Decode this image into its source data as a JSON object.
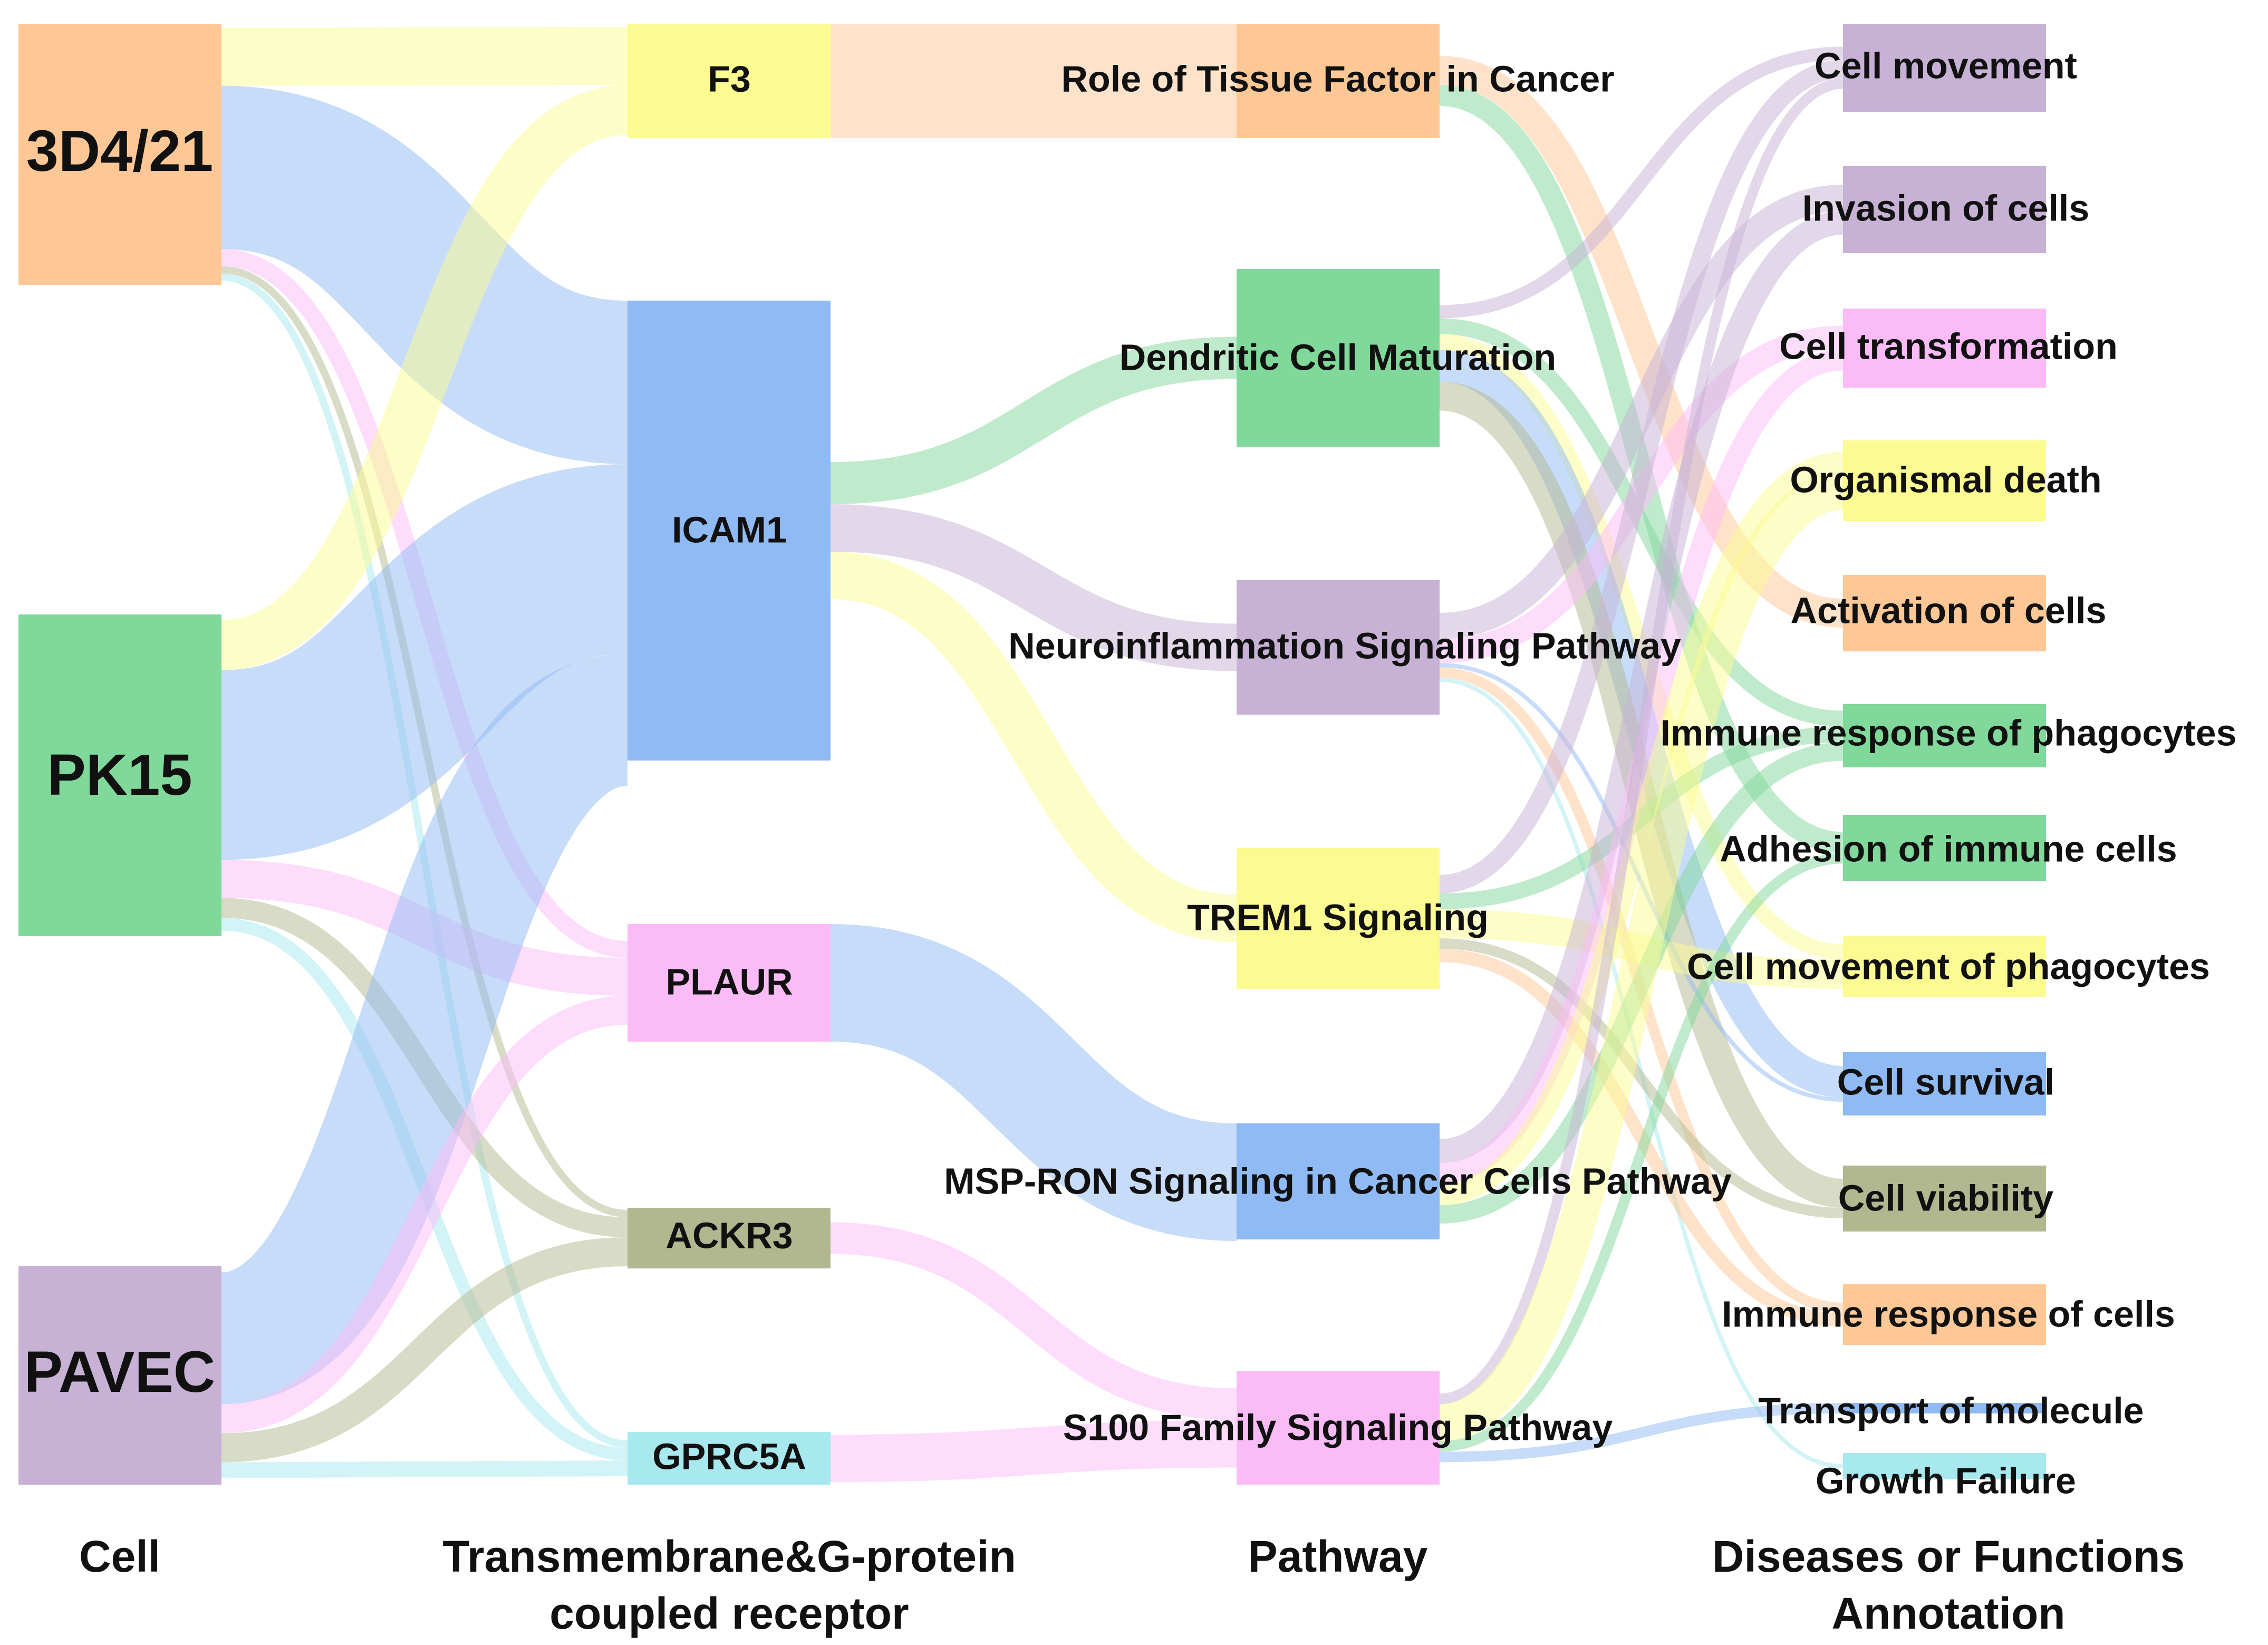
{
  "columns": [
    {
      "id": "cell",
      "title": [
        "Cell"
      ]
    },
    {
      "id": "receptor",
      "title": [
        "Transmembrane&G-protein",
        "coupled receptor"
      ]
    },
    {
      "id": "pathway",
      "title": [
        "Pathway"
      ]
    },
    {
      "id": "disease",
      "title": [
        "Diseases or Functions",
        "Annotation"
      ]
    }
  ],
  "nodes": [
    {
      "id": "3d4",
      "label": "3D4/21",
      "column": "cell",
      "color": "#fdc895"
    },
    {
      "id": "pk15",
      "label": "PK15",
      "column": "cell",
      "color": "#80d89a"
    },
    {
      "id": "pavec",
      "label": "PAVEC",
      "column": "cell",
      "color": "#c7b2d6"
    },
    {
      "id": "f3",
      "label": "F3",
      "column": "receptor",
      "color": "#fbfb92"
    },
    {
      "id": "icam1",
      "label": "ICAM1",
      "column": "receptor",
      "color": "#8fbaf3"
    },
    {
      "id": "plaur",
      "label": "PLAUR",
      "column": "receptor",
      "color": "#fbbbf7"
    },
    {
      "id": "ackr3",
      "label": "ACKR3",
      "column": "receptor",
      "color": "#b1b78e"
    },
    {
      "id": "gprc5a",
      "label": "GPRC5A",
      "column": "receptor",
      "color": "#a8e9ef"
    },
    {
      "id": "tf",
      "label": "Role of Tissue Factor in Cancer",
      "column": "pathway",
      "color": "#fdc895"
    },
    {
      "id": "dcm",
      "label": "Dendritic Cell Maturation",
      "column": "pathway",
      "color": "#80d89a"
    },
    {
      "id": "neuro",
      "label": "Neuroinflammation Signaling Pathway",
      "column": "pathway",
      "color": "#c7b2d6"
    },
    {
      "id": "trem1",
      "label": "TREM1 Signaling",
      "column": "pathway",
      "color": "#fbfb92"
    },
    {
      "id": "msp",
      "label": "MSP-RON Signaling in Cancer Cells Pathway",
      "column": "pathway",
      "color": "#8fbaf3"
    },
    {
      "id": "s100",
      "label": "S100 Family Signaling Pathway",
      "column": "pathway",
      "color": "#fbbbf7"
    },
    {
      "id": "d_move",
      "label": "Cell movement",
      "column": "disease",
      "color": "#c7b2d6"
    },
    {
      "id": "d_inv",
      "label": "Invasion of cells",
      "column": "disease",
      "color": "#c7b2d6"
    },
    {
      "id": "d_trans",
      "label": "Cell transformation",
      "column": "disease",
      "color": "#fbbbf7"
    },
    {
      "id": "d_death",
      "label": "Organismal death",
      "column": "disease",
      "color": "#fbfb92"
    },
    {
      "id": "d_act",
      "label": "Activation of cells",
      "column": "disease",
      "color": "#fdc895"
    },
    {
      "id": "d_irp",
      "label": "Immune response of phagocytes",
      "column": "disease",
      "color": "#80d89a"
    },
    {
      "id": "d_adh",
      "label": "Adhesion of immune cells",
      "column": "disease",
      "color": "#80d89a"
    },
    {
      "id": "d_cmp",
      "label": "Cell movement of phagocytes",
      "column": "disease",
      "color": "#fbfb92"
    },
    {
      "id": "d_surv",
      "label": "Cell survival",
      "column": "disease",
      "color": "#8fbaf3"
    },
    {
      "id": "d_viab",
      "label": "Cell viability",
      "column": "disease",
      "color": "#b1b78e"
    },
    {
      "id": "d_irc",
      "label": "Immune response of cells",
      "column": "disease",
      "color": "#fdc895"
    },
    {
      "id": "d_trans_mol",
      "label": "Transport of molecule",
      "column": "disease",
      "color": "#8fbaf3"
    },
    {
      "id": "d_growth",
      "label": "Growth Failure",
      "column": "disease",
      "color": "#a8e9ef"
    }
  ],
  "links": [
    {
      "source": "3d4",
      "target": "f3",
      "color": "#fbfb92"
    },
    {
      "source": "3d4",
      "target": "icam1",
      "color": "#8fbaf3"
    },
    {
      "source": "3d4",
      "target": "plaur",
      "color": "#fbbbf7"
    },
    {
      "source": "3d4",
      "target": "ackr3",
      "color": "#b1b78e"
    },
    {
      "source": "3d4",
      "target": "gprc5a",
      "color": "#a8e9ef"
    },
    {
      "source": "pk15",
      "target": "f3",
      "color": "#fbfb92"
    },
    {
      "source": "pk15",
      "target": "icam1",
      "color": "#8fbaf3"
    },
    {
      "source": "pk15",
      "target": "plaur",
      "color": "#fbbbf7"
    },
    {
      "source": "pk15",
      "target": "ackr3",
      "color": "#b1b78e"
    },
    {
      "source": "pk15",
      "target": "gprc5a",
      "color": "#a8e9ef"
    },
    {
      "source": "pavec",
      "target": "icam1",
      "color": "#8fbaf3"
    },
    {
      "source": "pavec",
      "target": "plaur",
      "color": "#fbbbf7"
    },
    {
      "source": "pavec",
      "target": "ackr3",
      "color": "#b1b78e"
    },
    {
      "source": "pavec",
      "target": "gprc5a",
      "color": "#a8e9ef"
    },
    {
      "source": "f3",
      "target": "tf",
      "color": "#fdc895"
    },
    {
      "source": "icam1",
      "target": "dcm",
      "color": "#80d89a"
    },
    {
      "source": "icam1",
      "target": "neuro",
      "color": "#c7b2d6"
    },
    {
      "source": "icam1",
      "target": "trem1",
      "color": "#fbfb92"
    },
    {
      "source": "plaur",
      "target": "msp",
      "color": "#8fbaf3"
    },
    {
      "source": "ackr3",
      "target": "s100",
      "color": "#fbbbf7"
    },
    {
      "source": "gprc5a",
      "target": "s100",
      "color": "#fbbbf7"
    },
    {
      "source": "tf",
      "target": "d_act",
      "color": "#fdc895"
    },
    {
      "source": "tf",
      "target": "d_adh",
      "color": "#80d89a"
    },
    {
      "source": "dcm",
      "target": "d_move",
      "color": "#c7b2d6"
    },
    {
      "source": "dcm",
      "target": "d_irp",
      "color": "#80d89a"
    },
    {
      "source": "dcm",
      "target": "d_cmp",
      "color": "#fbfb92"
    },
    {
      "source": "dcm",
      "target": "d_surv",
      "color": "#8fbaf3"
    },
    {
      "source": "dcm",
      "target": "d_viab",
      "color": "#b1b78e"
    },
    {
      "source": "neuro",
      "target": "d_inv",
      "color": "#c7b2d6"
    },
    {
      "source": "neuro",
      "target": "d_trans",
      "color": "#fbbbf7"
    },
    {
      "source": "neuro",
      "target": "d_irc",
      "color": "#fdc895"
    },
    {
      "source": "neuro",
      "target": "d_surv",
      "color": "#8fbaf3"
    },
    {
      "source": "neuro",
      "target": "d_growth",
      "color": "#a8e9ef"
    },
    {
      "source": "trem1",
      "target": "d_move",
      "color": "#c7b2d6"
    },
    {
      "source": "trem1",
      "target": "d_irp",
      "color": "#80d89a"
    },
    {
      "source": "trem1",
      "target": "d_cmp",
      "color": "#fbfb92"
    },
    {
      "source": "trem1",
      "target": "d_viab",
      "color": "#b1b78e"
    },
    {
      "source": "trem1",
      "target": "d_irc",
      "color": "#fdc895"
    },
    {
      "source": "msp",
      "target": "d_inv",
      "color": "#c7b2d6"
    },
    {
      "source": "msp",
      "target": "d_trans",
      "color": "#fbbbf7"
    },
    {
      "source": "msp",
      "target": "d_irp",
      "color": "#80d89a"
    },
    {
      "source": "msp",
      "target": "d_death",
      "color": "#fbfb92"
    },
    {
      "source": "s100",
      "target": "d_move",
      "color": "#c7b2d6"
    },
    {
      "source": "s100",
      "target": "d_death",
      "color": "#fbfb92"
    },
    {
      "source": "s100",
      "target": "d_adh",
      "color": "#80d89a"
    },
    {
      "source": "s100",
      "target": "d_trans_mol",
      "color": "#8fbaf3"
    }
  ]
}
